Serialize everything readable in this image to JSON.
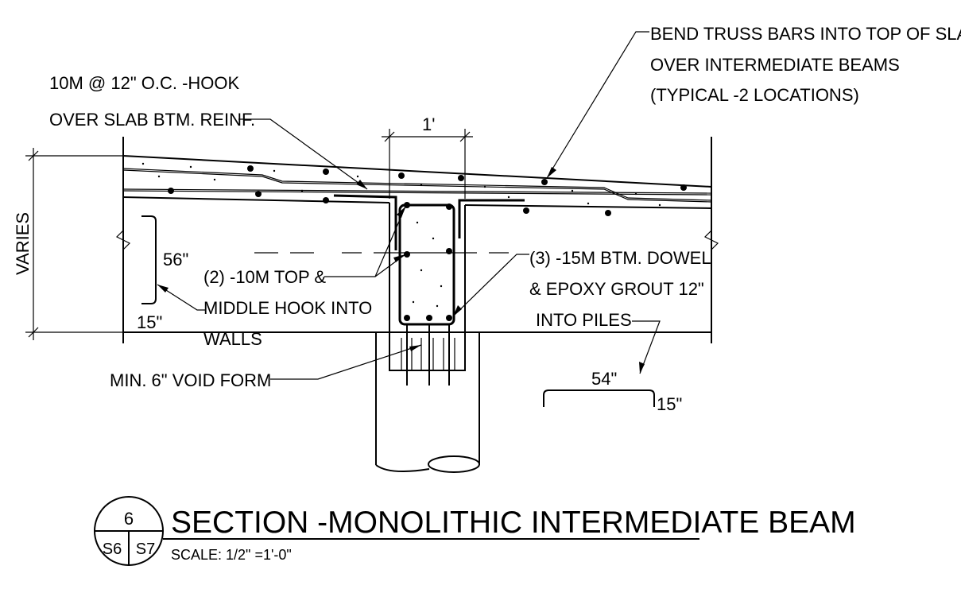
{
  "drawing": {
    "labels": {
      "truss_line1": "BEND TRUSS BARS INTO TOP OF SLAB",
      "truss_line2": "OVER INTERMEDIATE BEAMS",
      "truss_line3": "(TYPICAL -2 LOCATIONS)",
      "hook_line1": "10M @ 12\" O.C. -HOOK",
      "hook_line2": "OVER SLAB BTM. REINF.",
      "beam_width": "1'",
      "varies": "VARIES",
      "dim_56": "56\"",
      "dim_15_left": "15\"",
      "top_mid_line1": "(2) -10M TOP &",
      "top_mid_line2": "MIDDLE HOOK INTO",
      "top_mid_line3": "WALLS",
      "dowel_line1": "(3) -15M BTM. DOWEL",
      "dowel_line2": "& EPOXY GROUT 12\"",
      "dowel_line3": "INTO PILES",
      "void_form": "MIN. 6\" VOID FORM",
      "dim_54": "54\"",
      "dim_15_right": "15\""
    },
    "title_block": {
      "detail_number": "6",
      "sheet_left": "S6",
      "sheet_right": "S7",
      "title": "SECTION -MONOLITHIC INTERMEDIATE BEAM",
      "scale": "SCALE: 1/2\" =1'-0\""
    }
  }
}
